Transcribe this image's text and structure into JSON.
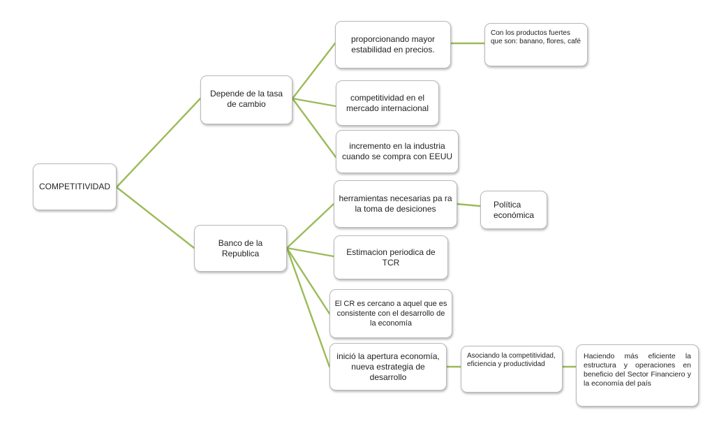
{
  "colors": {
    "connector": "#9bbb59",
    "node_border": "#b9b9b9",
    "node_fill": "#ffffff",
    "text": "#222222"
  },
  "nodes": {
    "root": "COMPETITIVIDAD",
    "tasa_cambio": "Depende de la tasa de cambio",
    "estabilidad": "proporcionando mayor estabilidad en precios.",
    "productos": "Con los productos fuertes que son: banano, flores, café",
    "competitividad_mercado": "competitividad en el mercado internacional",
    "incremento_industria": "incremento en la industria cuando se compra con EEUU",
    "banco_republica": "Banco de la Republica",
    "herramientas": "herramientas necesarias pa ra la toma de desiciones",
    "politica": "Política económica",
    "estimacion": "Estimacion periodica de TCR",
    "cr_cercano": "El CR es cercano a aquel que es consistente con el desarrollo de la economía",
    "apertura": "inició la apertura economía, nueva estrategia de desarrollo",
    "asociando": "Asociando la competitividad, eficiencia y productividad",
    "haciendo": "Haciendo más eficiente la estructura y operaciones en beneficio del Sector Financiero y la economía del país"
  }
}
